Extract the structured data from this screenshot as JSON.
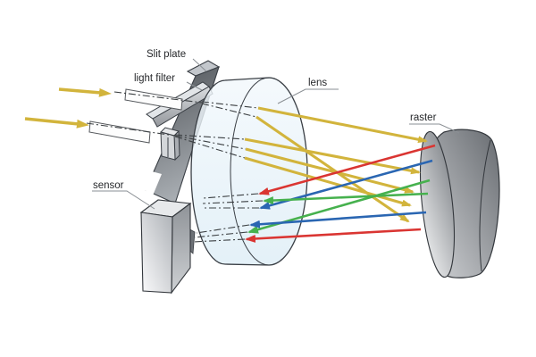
{
  "diagram": {
    "labels": {
      "slit_plate": "Slit plate",
      "light_filter": "light filter",
      "lens": "lens",
      "raster": "raster",
      "sensor": "sensor"
    },
    "colors": {
      "incident_beam": "#d2b43c",
      "ray_red": "#da3532",
      "ray_green": "#46b14e",
      "ray_blue": "#2a66b2",
      "outline": "#3a3f45",
      "lens_tint": "#e9f3f9",
      "plate_dark": "#54585d",
      "metal_light": "#e7e9eb"
    },
    "rays": {
      "incoming_yellow_arrows": 2,
      "lens_to_raster_yellow_arrows": 5,
      "raster_to_lens_colored_arrows": [
        "red",
        "blue",
        "green",
        "green",
        "blue",
        "red"
      ]
    }
  }
}
